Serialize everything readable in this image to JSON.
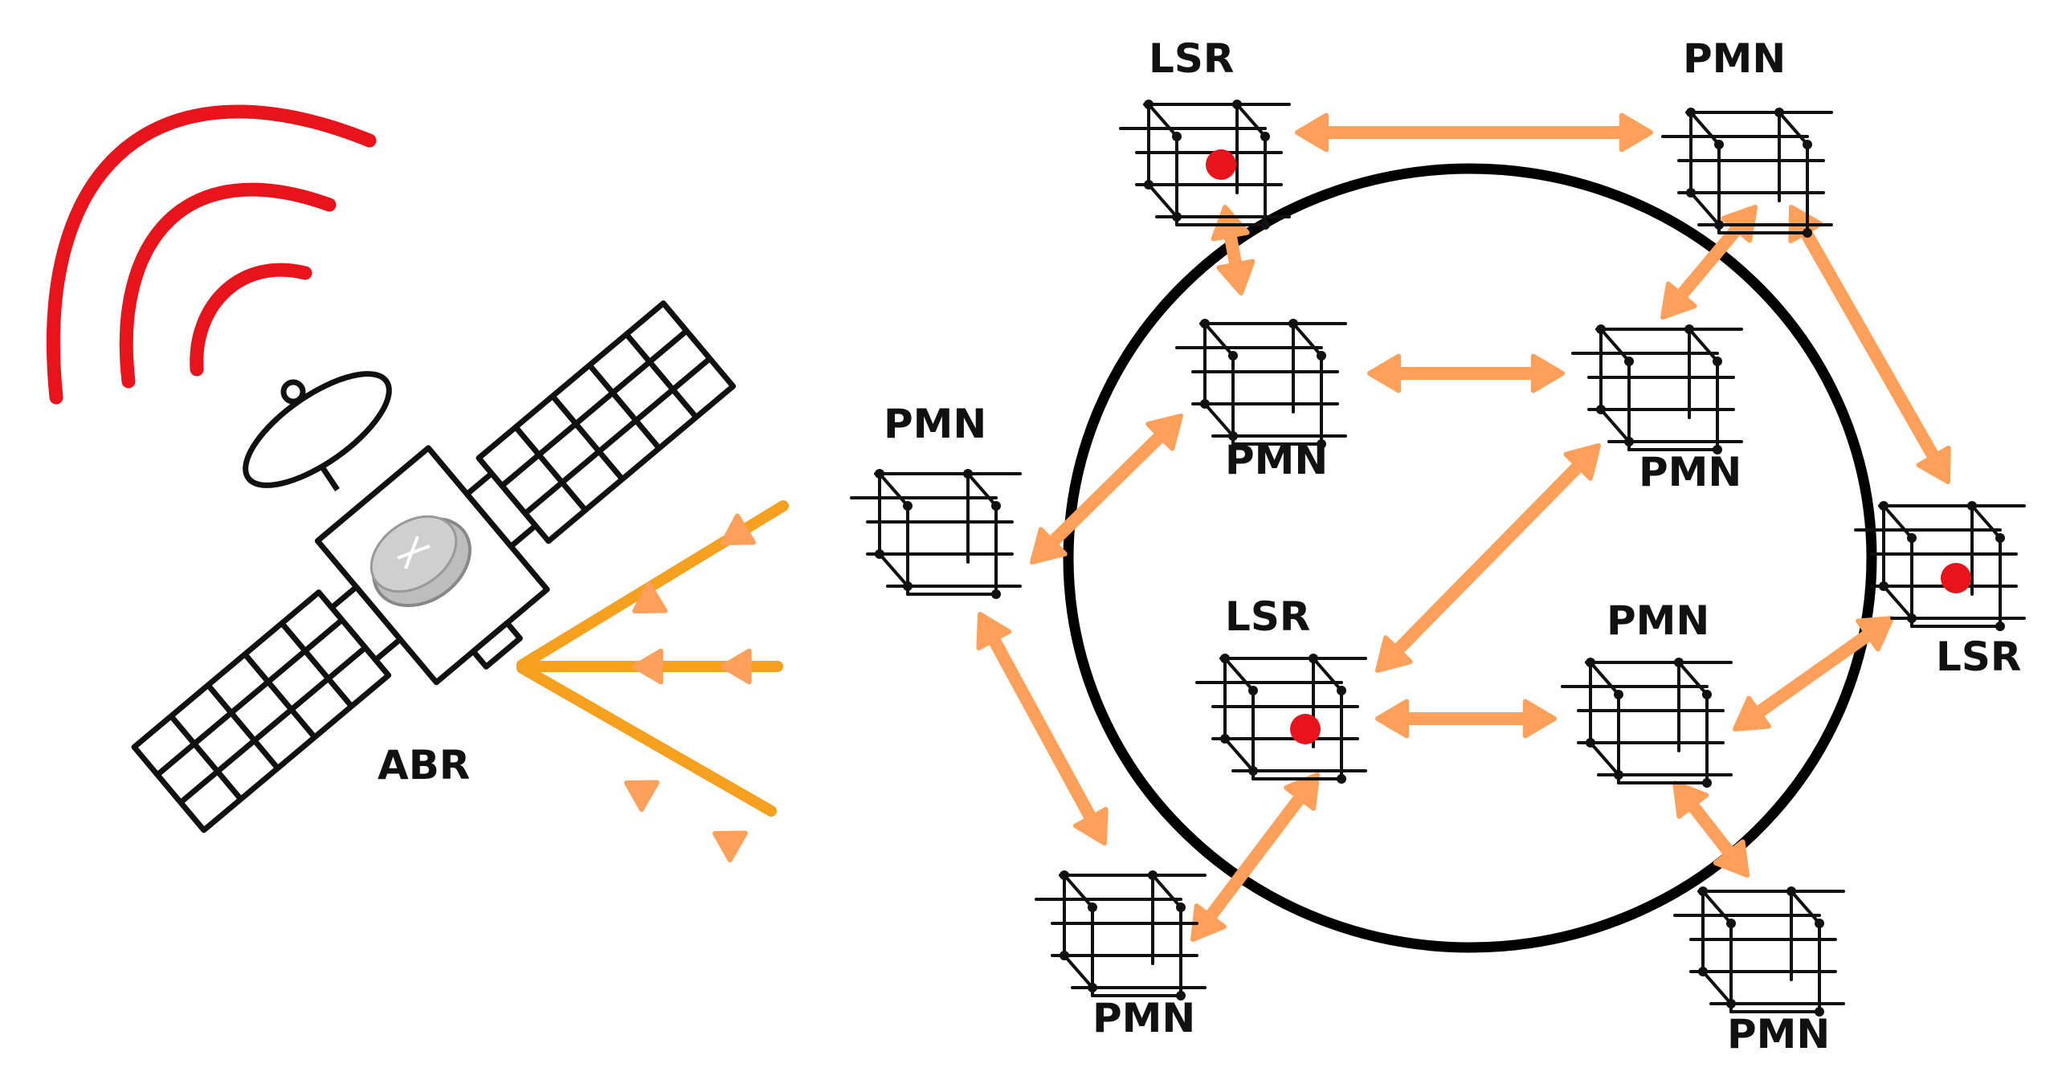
{
  "colors": {
    "link": "#FFA05A",
    "signal": "#E8141B",
    "uplink": "#F5A01E",
    "ring": "#000000",
    "active_dot": "#E8141B",
    "router_fill": "#BDBDBD"
  },
  "satellite": {
    "label": "ABR",
    "icon": "satellite-icon",
    "router_icon": "router-icon",
    "signal_icon": "radio-waves-icon"
  },
  "nodes": [
    {
      "id": "lsr-top",
      "label": "LSR",
      "icon": "switch-cube-icon",
      "active": true
    },
    {
      "id": "pmn-top-right",
      "label": "PMN",
      "icon": "switch-cube-icon",
      "active": false
    },
    {
      "id": "pmn-inner-left",
      "label": "PMN",
      "icon": "switch-cube-icon",
      "active": false
    },
    {
      "id": "pmn-inner-right",
      "label": "PMN",
      "icon": "switch-cube-icon",
      "active": false
    },
    {
      "id": "pmn-left",
      "label": "PMN",
      "icon": "switch-cube-icon",
      "active": false
    },
    {
      "id": "lsr-right",
      "label": "LSR",
      "icon": "switch-cube-icon",
      "active": true
    },
    {
      "id": "lsr-center",
      "label": "LSR",
      "icon": "switch-cube-icon",
      "active": true
    },
    {
      "id": "pmn-center-right",
      "label": "PMN",
      "icon": "switch-cube-icon",
      "active": false
    },
    {
      "id": "pmn-bottom-left",
      "label": "PMN",
      "icon": "switch-cube-icon",
      "active": false
    },
    {
      "id": "pmn-bottom-right",
      "label": "PMN",
      "icon": "switch-cube-icon",
      "active": false
    }
  ],
  "links": [
    [
      "lsr-top",
      "pmn-top-right"
    ],
    [
      "lsr-top",
      "pmn-inner-left"
    ],
    [
      "pmn-top-right",
      "pmn-inner-right"
    ],
    [
      "pmn-top-right",
      "lsr-right"
    ],
    [
      "pmn-inner-left",
      "pmn-inner-right"
    ],
    [
      "pmn-inner-left",
      "pmn-left"
    ],
    [
      "pmn-inner-right",
      "lsr-center"
    ],
    [
      "pmn-left",
      "pmn-bottom-left"
    ],
    [
      "lsr-center",
      "pmn-center-right"
    ],
    [
      "lsr-center",
      "pmn-bottom-left"
    ],
    [
      "pmn-center-right",
      "lsr-right"
    ],
    [
      "pmn-center-right",
      "pmn-bottom-right"
    ]
  ]
}
